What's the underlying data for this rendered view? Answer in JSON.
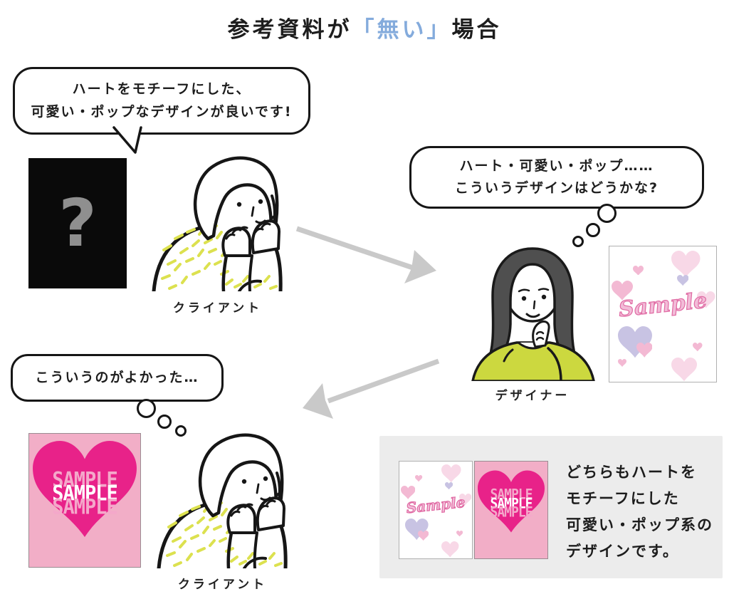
{
  "title": {
    "prefix": "参考資料が",
    "highlight": "「無い」",
    "suffix": "場合"
  },
  "bubbles": {
    "client_request": {
      "line1": "ハートをモチーフにした、",
      "line2": "可愛い・ポップなデザインが良いです!"
    },
    "designer_thought": {
      "line1": "ハート・可愛い・ポップ……",
      "line2": "こういうデザインはどうかな?"
    },
    "client_reaction": {
      "line1": "こういうのがよかった…"
    }
  },
  "labels": {
    "client_top": "クライアント",
    "designer": "デザイナー",
    "client_bottom": "クライアント"
  },
  "reference_box": {
    "question_mark": "?"
  },
  "samples": {
    "pastel": {
      "caption": "Sample"
    },
    "pink": {
      "row1": "SAMPLE",
      "row2": "SAMPLE",
      "row3": "SAMPLE"
    }
  },
  "note": {
    "lines": [
      "どちらもハートを",
      "モチーフにした",
      "可愛い・ポップ系の",
      "デザインです。"
    ]
  },
  "colors": {
    "highlight_blue": "#84abdc",
    "arrow_gray": "#c9c9c9",
    "magenta_heart": "#e82289",
    "pink_card_bg": "#f2aec7",
    "pastel_pink": "#f3b9d3",
    "pastel_pink_light": "#f8d8e7",
    "lavender": "#c8c3e3",
    "lime_dash": "#dce14f",
    "designer_shirt": "#ccd83f",
    "note_box_bg": "#ececec"
  }
}
